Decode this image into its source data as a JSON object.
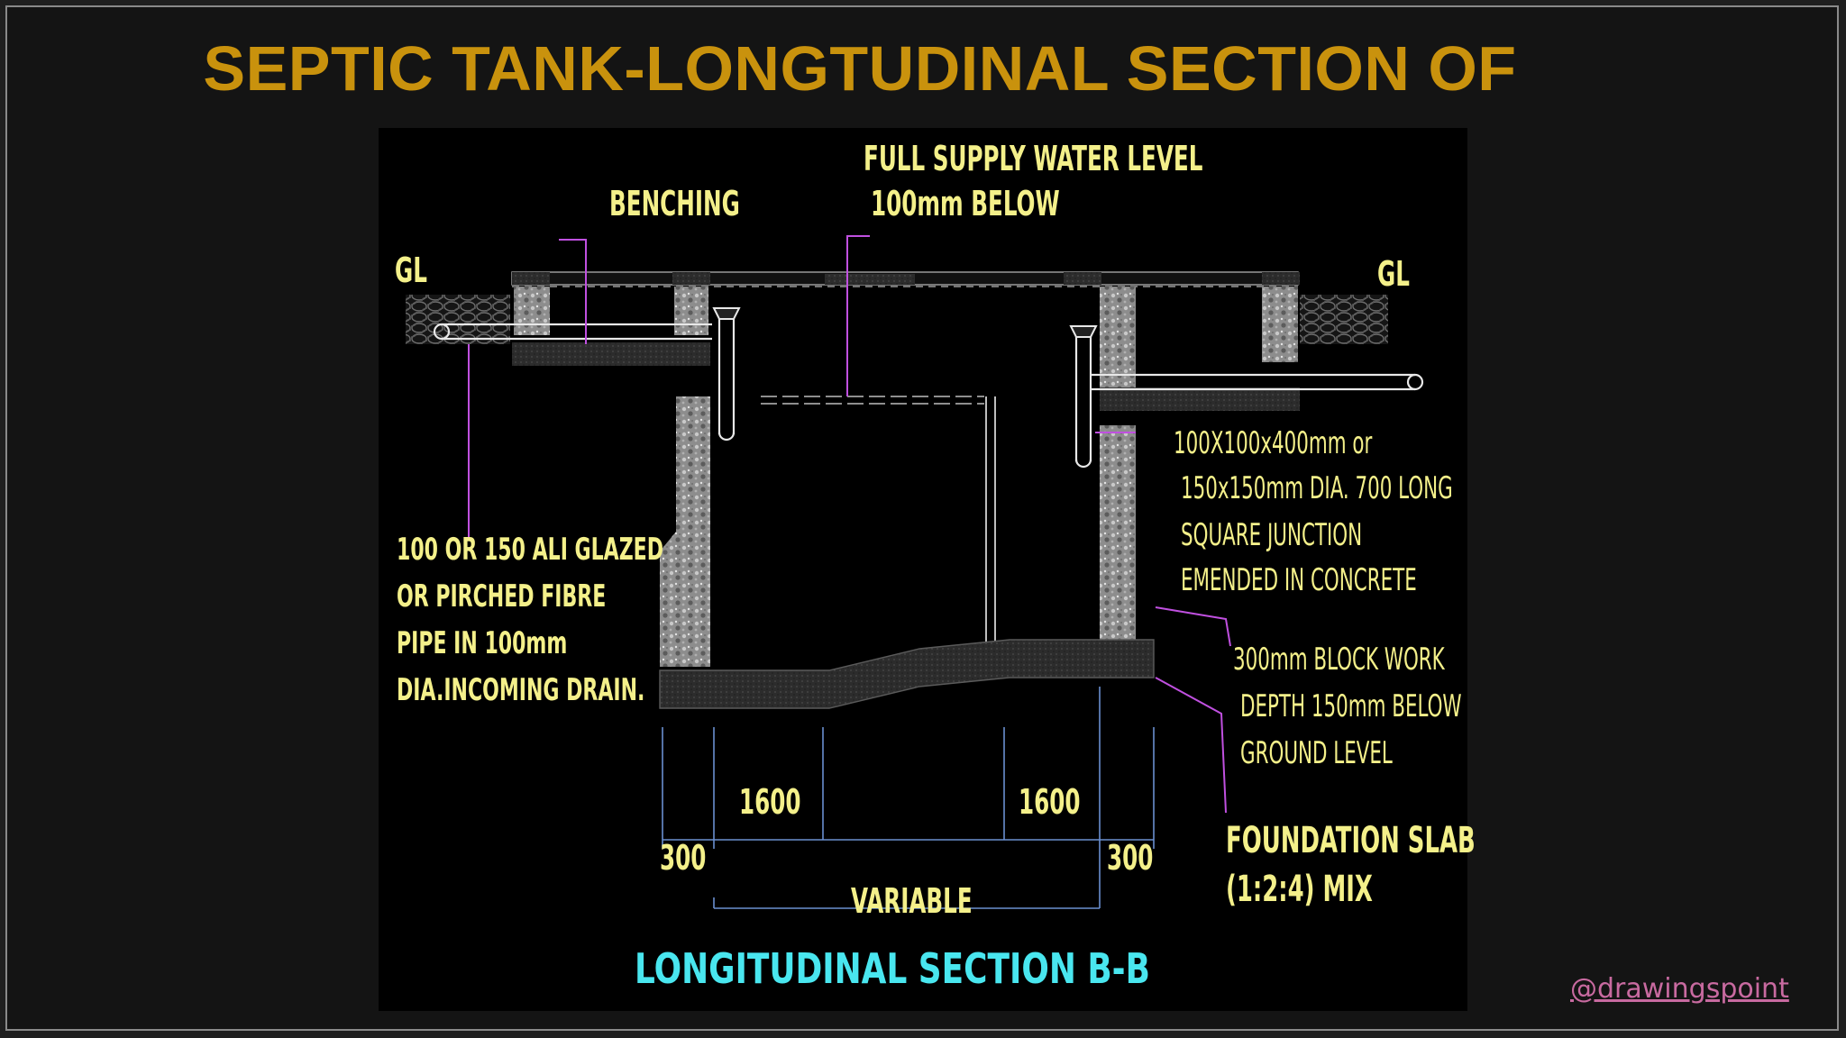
{
  "page": {
    "title": "SEPTIC TANK-LONGTUDINAL SECTION OF",
    "credit": "@drawingspoint"
  },
  "drawing": {
    "section_title": "LONGITUDINAL SECTION B-B",
    "labels": {
      "benching": "BENCHING",
      "water_level_1": "FULL SUPPLY WATER LEVEL",
      "water_level_2": "100mm BELOW",
      "gl_left": "GL",
      "gl_right": "GL",
      "pipe_1": "100 OR 150  ALI GLAZED",
      "pipe_2": "OR PIRCHED FIBRE",
      "pipe_3": "PIPE IN 100mm",
      "pipe_4": "DIA.INCOMING DRAIN.",
      "junction_1": "100X100x400mm  or",
      "junction_2": "150x150mm DIA. 700 LONG",
      "junction_3": "SQUARE JUNCTION",
      "junction_4": "EMENDED IN CONCRETE",
      "block_1": "300mm BLOCK WORK",
      "block_2": "DEPTH 150mm BELOW",
      "block_3": "GROUND LEVEL",
      "slab_1": "FOUNDATION SLAB",
      "slab_2": "(1:2:4) MIX"
    },
    "dimensions": {
      "left_wall": "300",
      "left_span": "1600",
      "right_span": "1600",
      "right_wall": "300",
      "overall": "VARIABLE"
    }
  },
  "colors": {
    "title": "#c9920d",
    "label": "#f4f08a",
    "section_title": "#49e6ef",
    "leader": "#c050e0",
    "dimension": "#6a8fd0",
    "credit": "#c86aa0"
  }
}
